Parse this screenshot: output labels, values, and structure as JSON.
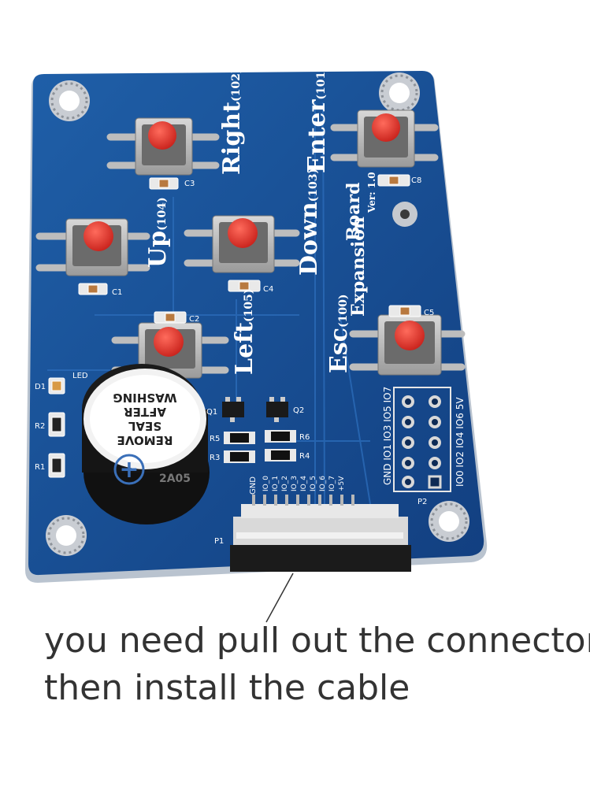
{
  "board": {
    "name_line1": "Board",
    "name_line2": "Expansion",
    "version": "Ver: 1.0",
    "buttons": {
      "right": "Right",
      "right_io": "(102)",
      "enter": "Enter",
      "enter_io": "(101)",
      "up": "Up",
      "up_io": "(104)",
      "down": "Down",
      "down_io": "(103)",
      "left": "Left",
      "left_io": "(105)",
      "esc": "Esc",
      "esc_io": "(100)"
    },
    "buzzer": {
      "label_line1": "REMOVE",
      "label_line2": "SEAL",
      "label_line3": "AFTER",
      "label_line4": "WASHING",
      "plus": "+",
      "model": "2A05"
    },
    "components": {
      "c3": "C3",
      "c8": "C8",
      "c1": "C1",
      "c4": "C4",
      "c2": "C2",
      "c5": "C5",
      "d1": "D1",
      "led": "LED",
      "r2": "R2",
      "r1": "R1",
      "q1": "Q1",
      "q2": "Q2",
      "r5": "R5",
      "r3": "R3",
      "r6": "R6",
      "r4": "R4",
      "p1": "P1",
      "p2": "P2",
      "gnd": "GND"
    },
    "header_rows": {
      "row1": "GND IO1 IO3 IO5 IO7",
      "row2": "IO0 IO2 IO4 IO6 5V"
    },
    "connector_pins": [
      "GND",
      "IO_0",
      "IO_1",
      "IO_2",
      "IO_3",
      "IO_4",
      "IO_5",
      "IO_6",
      "IO_7",
      "+5V"
    ]
  },
  "caption": {
    "line1": "you need pull out the connector",
    "line2": "then install the cable"
  }
}
